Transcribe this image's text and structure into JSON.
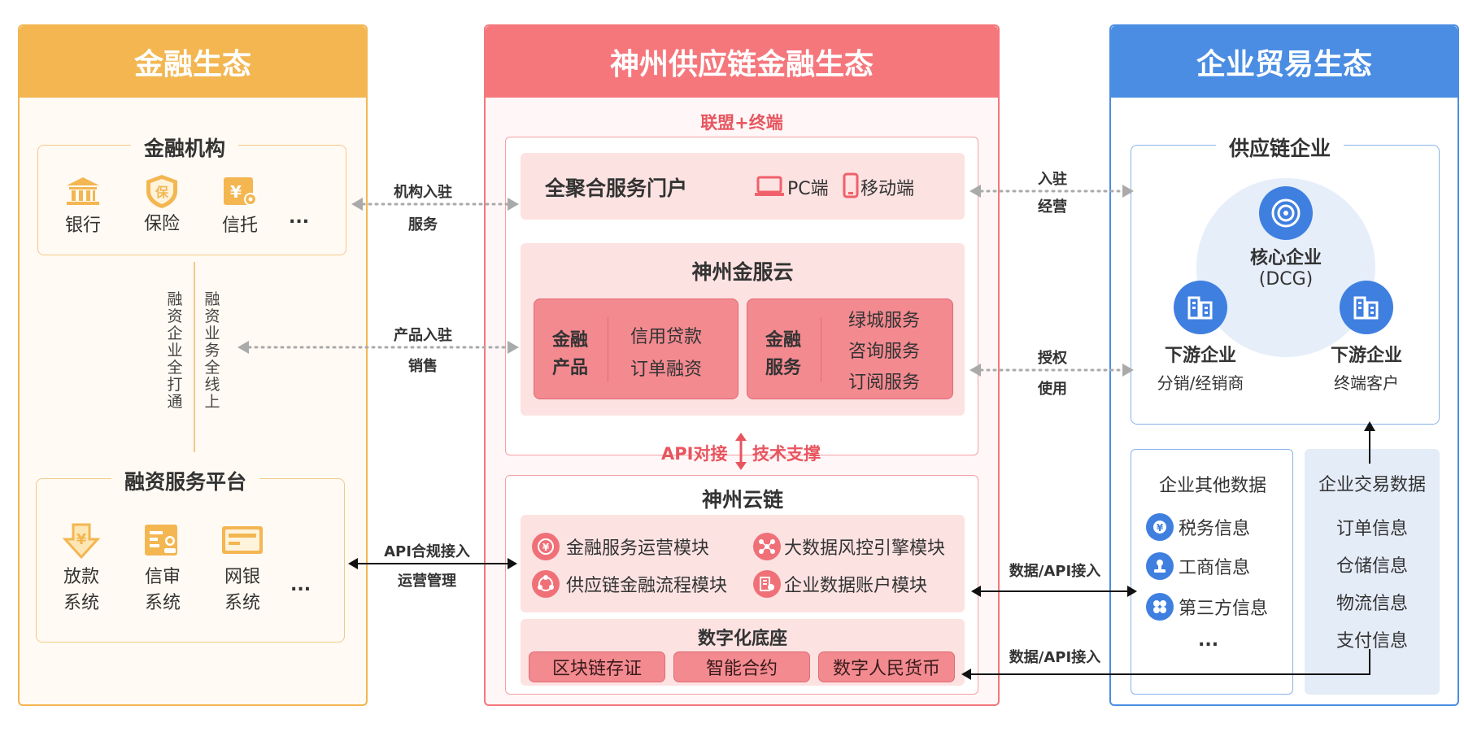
{
  "colors": {
    "finance": "#f3b651",
    "shenzhou": "#f5777c",
    "enterprise": "#4a8de3"
  },
  "left": {
    "title": "金融生态",
    "institutions": {
      "title": "金融机构",
      "items": [
        "银行",
        "保险",
        "信托"
      ],
      "more": "..."
    },
    "vertical_left": "融资企业全打通",
    "vertical_right": "融资业务全线上",
    "platform": {
      "title": "融资服务平台",
      "items": [
        {
          "line1": "放款",
          "line2": "系统"
        },
        {
          "line1": "信审",
          "line2": "系统"
        },
        {
          "line1": "网银",
          "line2": "系统"
        }
      ],
      "more": "..."
    }
  },
  "middle": {
    "title": "神州供应链金融生态",
    "alliance": "联盟+终端",
    "portal": {
      "title": "全聚合服务门户",
      "pc": "PC端",
      "mobile": "移动端"
    },
    "cloud": {
      "title": "神州金服云",
      "finance_products": {
        "label1": "金融",
        "label2": "产品",
        "items": [
          "信用贷款",
          "订单融资"
        ]
      },
      "finance_services": {
        "label1": "金融",
        "label2": "服务",
        "items": [
          "绿城服务",
          "咨询服务",
          "订阅服务"
        ]
      }
    },
    "api_left": "API对接",
    "api_right": "技术支撑",
    "chain": {
      "title": "神州云链",
      "modules": [
        "金融服务运营模块",
        "大数据风控引擎模块",
        "供应链金融流程模块",
        "企业数据账户模块"
      ],
      "base_title": "数字化底座",
      "base_items": [
        "区块链存证",
        "智能合约",
        "数字人民货币"
      ]
    }
  },
  "right": {
    "title": "企业贸易生态",
    "supply": {
      "title": "供应链企业",
      "core": {
        "name": "核心企业",
        "sub": "(DCG)"
      },
      "down_left": {
        "name": "下游企业",
        "sub": "分销/经销商"
      },
      "down_right": {
        "name": "下游企业",
        "sub": "终端客户"
      }
    },
    "other_data": {
      "title": "企业其他数据",
      "items": [
        "税务信息",
        "工商信息",
        "第三方信息"
      ],
      "more": "..."
    },
    "trade_data": {
      "title": "企业交易数据",
      "items": [
        "订单信息",
        "仓储信息",
        "物流信息",
        "支付信息"
      ]
    }
  },
  "connectors": {
    "c1": {
      "line1": "机构入驻",
      "line2": "服务"
    },
    "c2": {
      "line1": "产品入驻",
      "line2": "销售"
    },
    "c3": {
      "line1": "API合规接入",
      "line2": "运营管理"
    },
    "c4": {
      "line1": "入驻",
      "line2": "经营"
    },
    "c5": {
      "line1": "授权",
      "line2": "使用"
    },
    "c6": "数据/API接入",
    "c7": "数据/API接入"
  }
}
